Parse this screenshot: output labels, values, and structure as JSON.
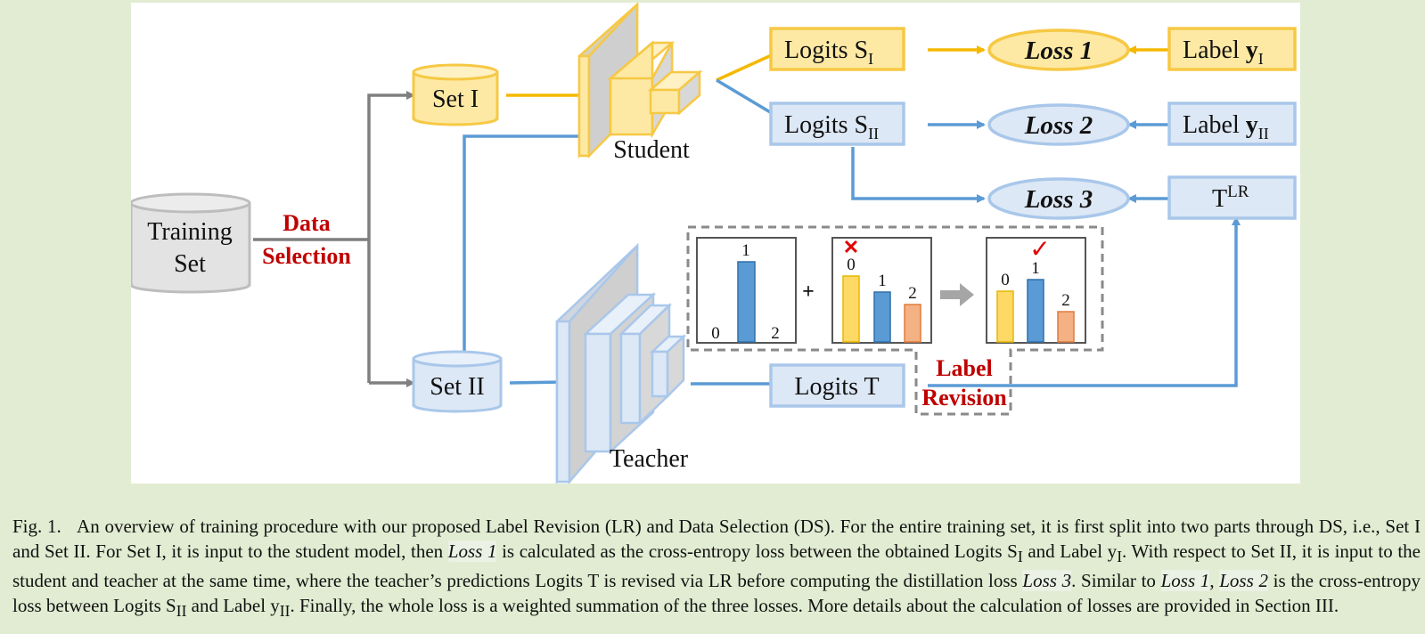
{
  "diagram": {
    "training_set": [
      "Training",
      "Set"
    ],
    "data_selection": [
      "Data",
      "Selection"
    ],
    "set1": "Set I",
    "set2": "Set II",
    "student": "Student",
    "teacher": "Teacher",
    "logits_s1": {
      "base": "Logits S",
      "sub": "I"
    },
    "logits_s2": {
      "base": "Logits S",
      "sub": "II"
    },
    "logits_t": "Logits T",
    "loss1": "Loss 1",
    "loss2": "Loss 2",
    "loss3": "Loss 3",
    "label_y1": {
      "base": "Label ",
      "bold": "y",
      "sub": "I"
    },
    "label_y2": {
      "base": "Label ",
      "bold": "y",
      "sub": "II"
    },
    "t_lr": {
      "base": "T",
      "sup": "LR"
    },
    "label_revision": [
      "Label",
      "Revision"
    ],
    "plus": "+",
    "box1_labels": [
      "0",
      "1",
      "2"
    ],
    "box2_labels": [
      "0",
      "1",
      "2"
    ],
    "box3_labels": [
      "0",
      "1",
      "2"
    ],
    "cross_mark": "✕",
    "check_mark": "✓"
  },
  "colors": {
    "yellow_fill": "#fde9a4",
    "yellow_stroke": "#f6c844",
    "yellow_arrow": "#f5b800",
    "blue_fill": "#dde8f6",
    "blue_stroke": "#a9c7ea",
    "blue_arrow": "#5b9bd5",
    "bar_blue": "#5b9bd5",
    "bar_yellow": "#ffd966",
    "bar_orange": "#f4b183",
    "gray": "#7f7f7f",
    "red_text": "#c00000"
  },
  "caption": {
    "fig": "Fig. 1.",
    "p1": "An overview of training procedure with our proposed Label Revision (LR) and Data Selection (DS). For the entire training set, it is first split into two parts through DS, i.e., Set I and Set II. For Set I, it is input to the student model, then ",
    "loss1": "Loss 1",
    "p2": " is calculated as the cross-entropy loss between the obtained Logits S",
    "sub1": "I",
    "p3": " and Label y",
    "sub2": "I",
    "p4": ". With respect to Set II, it is input to the student and teacher at the same time, where the teacher’s predictions Logits T is revised via LR before computing the distillation loss ",
    "loss3": "Loss 3",
    "p5": ". Similar to ",
    "loss1b": "Loss 1",
    "p6": ", ",
    "loss2": "Loss 2",
    "p7": " is the cross-entropy loss between Logits S",
    "sub3": "II",
    "p8": " and Label y",
    "sub4": "II",
    "p9": ". Finally, the whole loss is a weighted summation of the three losses. More details about the calculation of losses are provided in Section III."
  }
}
